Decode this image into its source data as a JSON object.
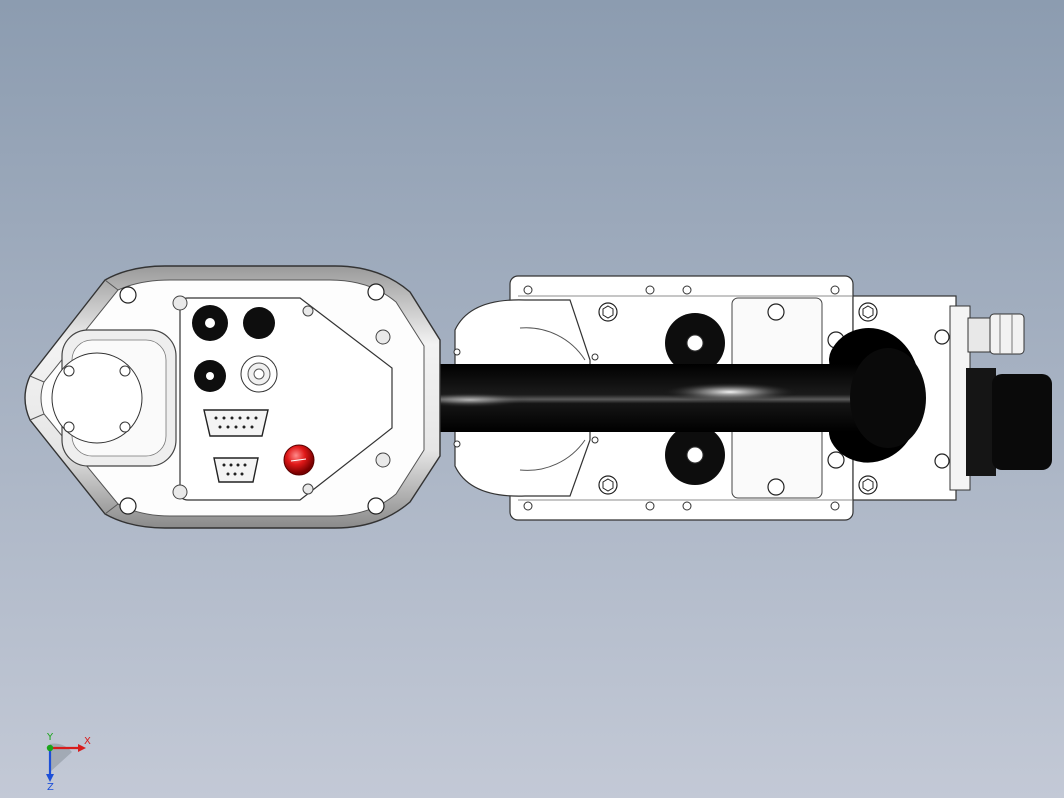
{
  "viewport": {
    "background_top": "#8c9cb0",
    "background_bottom": "#c3c9d6"
  },
  "colors": {
    "housing": "#ffffff",
    "housing_shade": "#cfd3d6",
    "edge": "#3a3a3a",
    "cable": "#050505",
    "grommet": "#101010",
    "led_red": "#e01818",
    "accent_red": "#d81c1c",
    "accent_green": "#1aa41a",
    "accent_blue": "#1c4fd8"
  },
  "parts": {
    "base_unit": "base-housing",
    "arm_link": "arm-link",
    "cable_tube": "cable-harness",
    "connector_gland": "cable-gland-icon",
    "status_led": "red-indicator-icon",
    "sub_d_connector_large": "db15-connector-icon",
    "sub_d_connector_small": "db9-connector-icon"
  },
  "triad": {
    "x_label": "X",
    "y_label": "Y",
    "z_label": "Z"
  }
}
